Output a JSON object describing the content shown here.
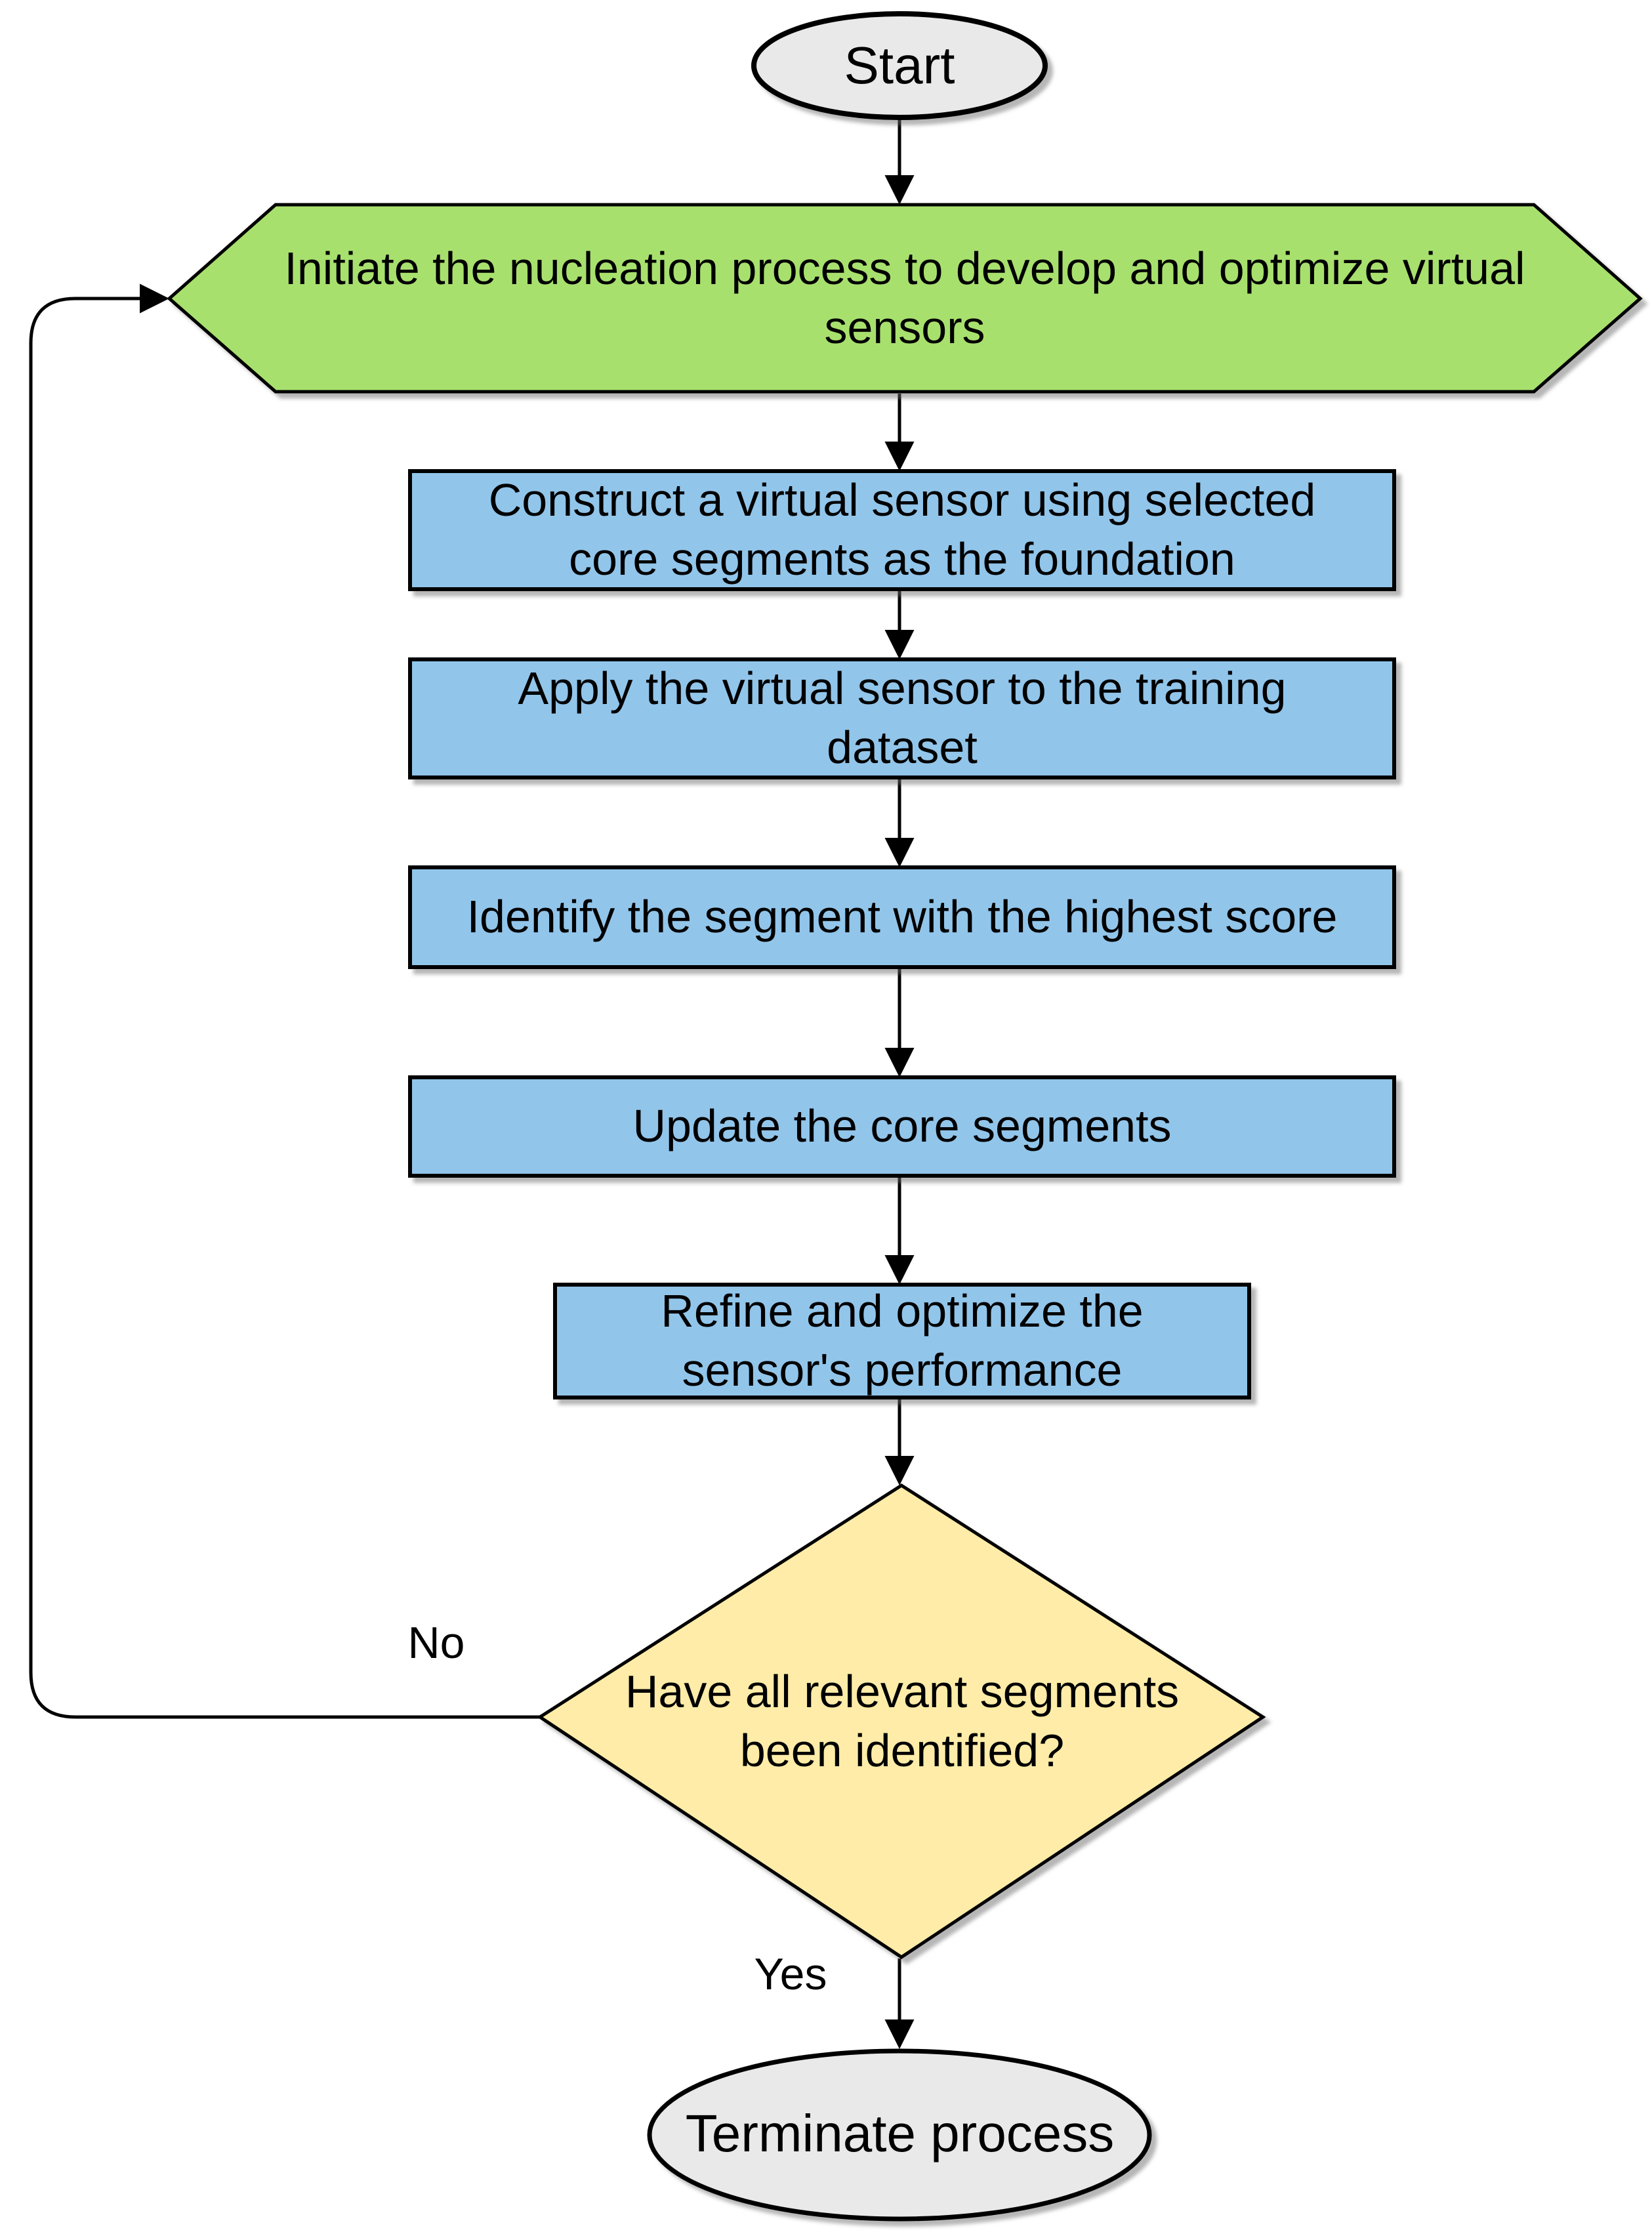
{
  "flowchart": {
    "nodes": {
      "start": {
        "label": "Start"
      },
      "initiate": {
        "label": "Initiate the nucleation process to develop and optimize virtual\nsensors"
      },
      "construct": {
        "label": "Construct a virtual sensor using selected\ncore segments as the foundation"
      },
      "apply": {
        "label": "Apply the virtual sensor to the training\ndataset"
      },
      "identify": {
        "label": "Identify the segment with the highest score"
      },
      "update": {
        "label": "Update the core segments"
      },
      "refine": {
        "label": "Refine and optimize the\nsensor's performance"
      },
      "decision": {
        "label": "Have all relevant segments\nbeen identified?"
      },
      "terminate": {
        "label": "Terminate process"
      }
    },
    "edge_labels": {
      "no": "No",
      "yes": "Yes"
    },
    "colors": {
      "terminator_fill": "#e9e9e9",
      "preparation_fill": "#a8e06e",
      "process_fill": "#92c5ea",
      "decision_fill": "#feeca8",
      "stroke": "#000000"
    }
  }
}
